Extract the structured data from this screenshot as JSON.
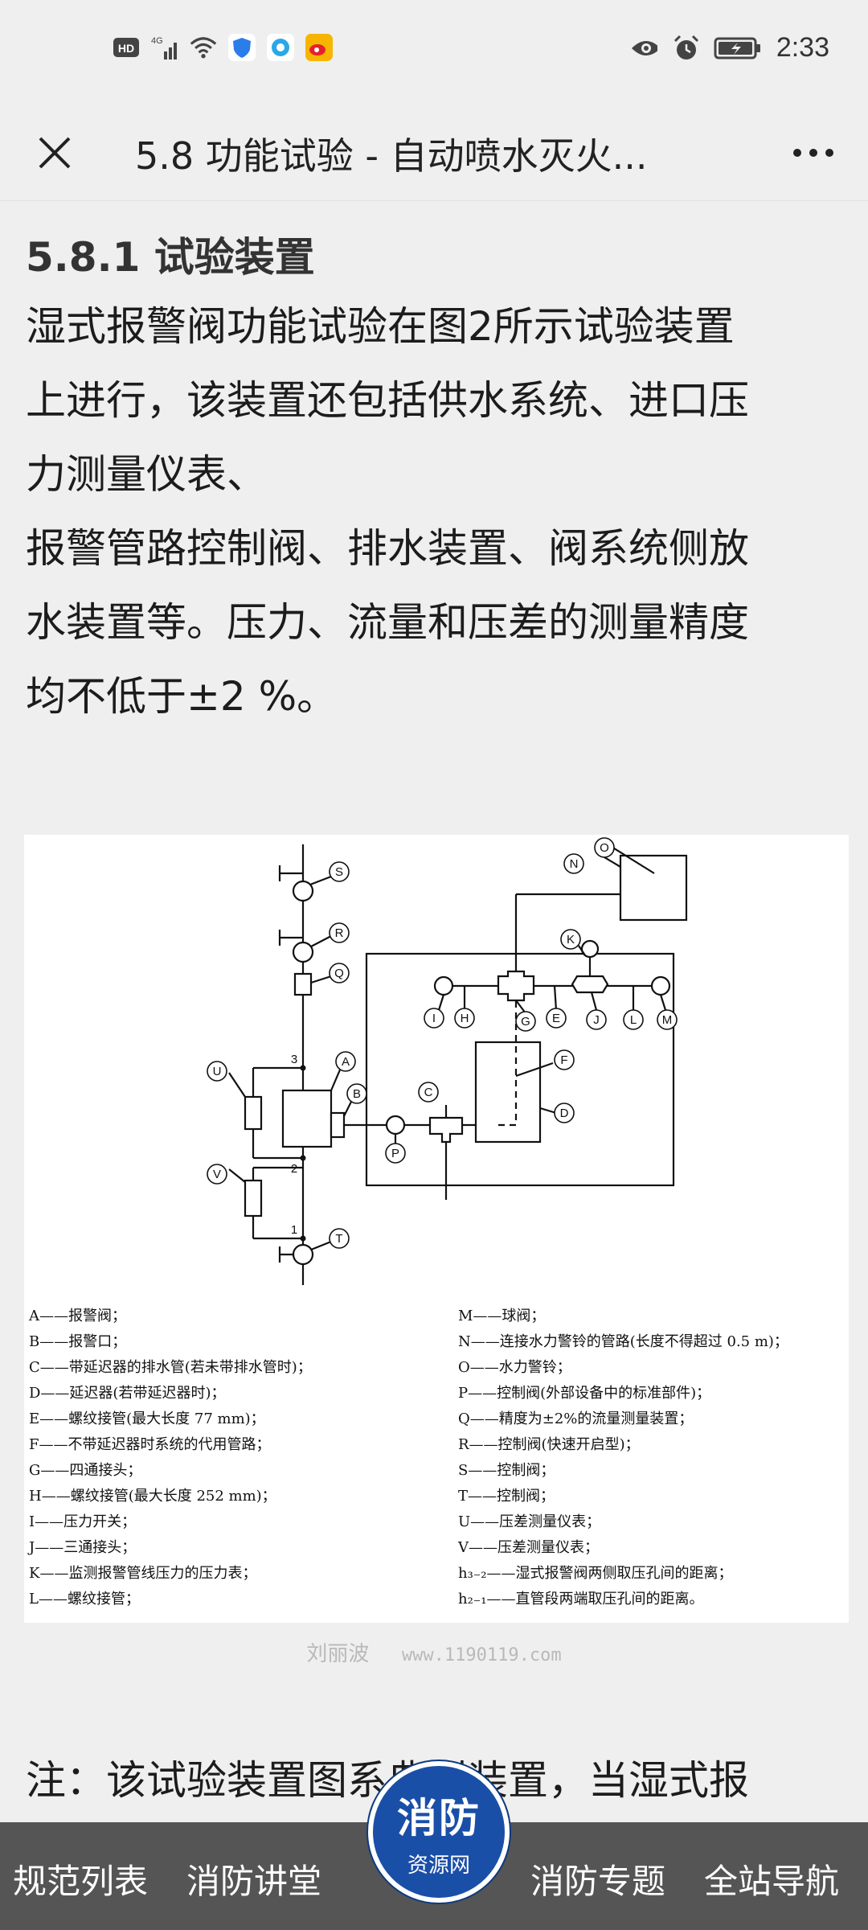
{
  "status_bar": {
    "time": "2:33",
    "left_icons": [
      "hd-icon",
      "signal-4g-icon",
      "wifi-icon",
      "shield-app-icon",
      "browser-app-icon",
      "weibo-app-icon"
    ],
    "right_icons": [
      "eye-icon",
      "alarm-icon",
      "battery-icon"
    ]
  },
  "title_bar": {
    "title": "5.8 功能试验 - 自动喷水灭火..."
  },
  "article": {
    "heading": "5.8.1 试验装置",
    "paragraph_lines": [
      "湿式报警阀功能试验在图2所示试验装置",
      "上进行，该装置还包括供水系统、进口压",
      "力测量仪表、",
      "报警管路控制阀、排水装置、阀系统侧放",
      "水装置等。压力、流量和压差的测量精度",
      "均不低于±2 %。"
    ],
    "note": "注：该试验装置图系典型装置，当湿式报"
  },
  "figure": {
    "node_labels": {
      "S": "S",
      "R": "R",
      "Q": "Q",
      "A": "A",
      "B": "B",
      "C": "C",
      "D": "D",
      "E": "E",
      "F": "F",
      "G": "G",
      "H": "H",
      "I": "I",
      "J": "J",
      "K": "K",
      "L": "L",
      "M": "M",
      "N": "N",
      "O": "O",
      "P": "P",
      "T": "T",
      "U": "U",
      "V": "V",
      "n1": "1",
      "n2": "2",
      "n3": "3"
    },
    "legend_left": [
      "A——报警阀；",
      "B——报警口；",
      "C——带延迟器的排水管(若未带排水管时)；",
      "D——延迟器(若带延迟器时)；",
      "E——螺纹接管(最大长度 77 mm)；",
      "F——不带延迟器时系统的代用管路；",
      "G——四通接头；",
      "H——螺纹接管(最大长度 252 mm)；",
      "I——压力开关；",
      "J——三通接头；",
      "K——监测报警管线压力的压力表；",
      "L——螺纹接管；"
    ],
    "legend_right": [
      "M——球阀；",
      "N——连接水力警铃的管路(长度不得超过 0.5 m)；",
      "O——水力警铃；",
      "P——控制阀(外部设备中的标准部件)；",
      "Q——精度为±2%的流量测量装置；",
      "R——控制阀(快速开启型)；",
      "S——控制阀；",
      "T——控制阀；",
      "U——压差测量仪表；",
      "V——压差测量仪表；",
      "h₃₋₂——湿式报警阀两侧取压孔间的距离；",
      "h₂₋₁——直管段两端取压孔间的距离。"
    ]
  },
  "watermark": {
    "name": "刘丽波",
    "url": "www.1190119.com"
  },
  "bottom_nav": {
    "items": [
      "规范列表",
      "消防讲堂",
      "消防专题",
      "全站导航"
    ],
    "logo_line1": "消防",
    "logo_line2": "资源网"
  }
}
